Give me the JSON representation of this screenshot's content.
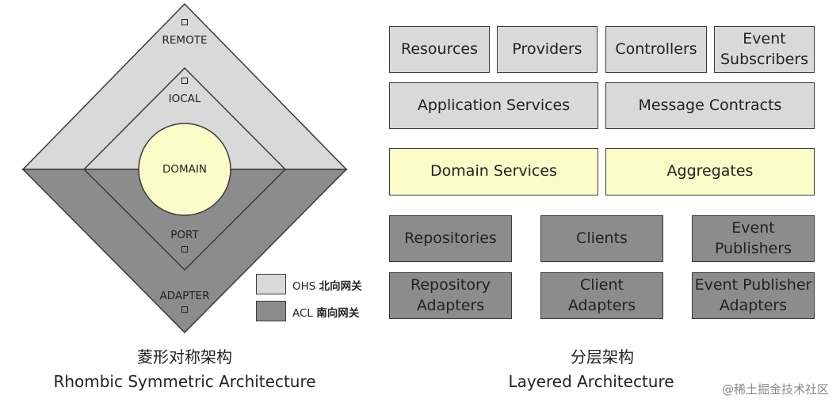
{
  "rhombus": {
    "remote_label": "REMOTE",
    "local_label": "IOCAL",
    "domain_label": "DOMAIN",
    "port_label": "PORT",
    "adapter_label": "ADAPTER",
    "colors": {
      "upper": "#d9d9d9",
      "lower": "#8c8c8c",
      "domain": "#fcfcc8"
    }
  },
  "legend": {
    "ohs_prefix": "OHS ",
    "ohs_text": "北向网关",
    "acl_prefix": "ACL ",
    "acl_text": "南向网关"
  },
  "layers": {
    "top_row": [
      "Resources",
      "Providers",
      "Controllers",
      "Event\nSubscribers"
    ],
    "app_row": [
      "Application Services",
      "Message Contracts"
    ],
    "domain_row": [
      "Domain Services",
      "Aggregates"
    ],
    "infra_row1": [
      "Repositories",
      "Clients",
      "Event\nPublishers"
    ],
    "infra_row2": [
      "Repository\nAdapters",
      "Client\nAdapters",
      "Event Publisher\nAdapters"
    ]
  },
  "captions": {
    "left_cn": "菱形对称架构",
    "left_en": "Rhombic Symmetric Architecture",
    "right_cn": "分层架构",
    "right_en": "Layered Architecture"
  },
  "watermark": "@稀土掘金技术社区"
}
